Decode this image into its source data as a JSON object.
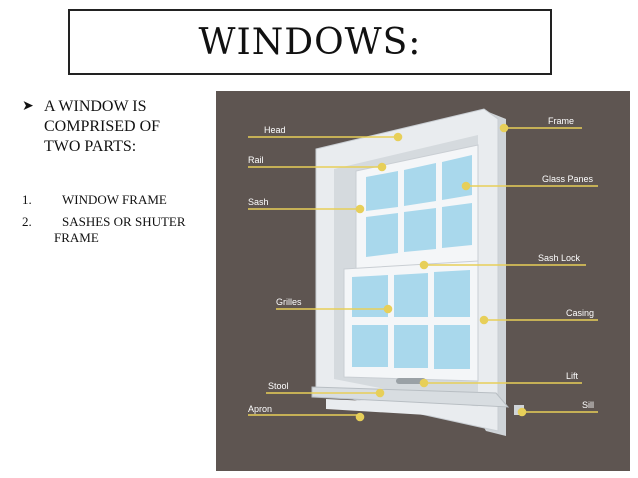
{
  "slide": {
    "title": "WINDOWS:",
    "bullet": "A WINDOW IS COMPRISED OF TWO PARTS:",
    "list": [
      {
        "num": "1.",
        "text": "WINDOW FRAME"
      },
      {
        "num": "2.",
        "text": "SASHES OR SHUTER",
        "cont": "FRAME"
      }
    ]
  },
  "diagram": {
    "labels": {
      "head": "Head",
      "rail": "Rail",
      "sash": "Sash",
      "grilles": "Grilles",
      "stool": "Stool",
      "apron": "Apron",
      "frame": "Frame",
      "glass_panes": "Glass Panes",
      "sash_lock": "Sash Lock",
      "casing": "Casing",
      "lift": "Lift",
      "sill": "Sill"
    },
    "colors": {
      "background": "#5e5551",
      "frame": "#e9ecef",
      "glass": "#a9d8ec",
      "leader": "#e7cf59"
    }
  }
}
